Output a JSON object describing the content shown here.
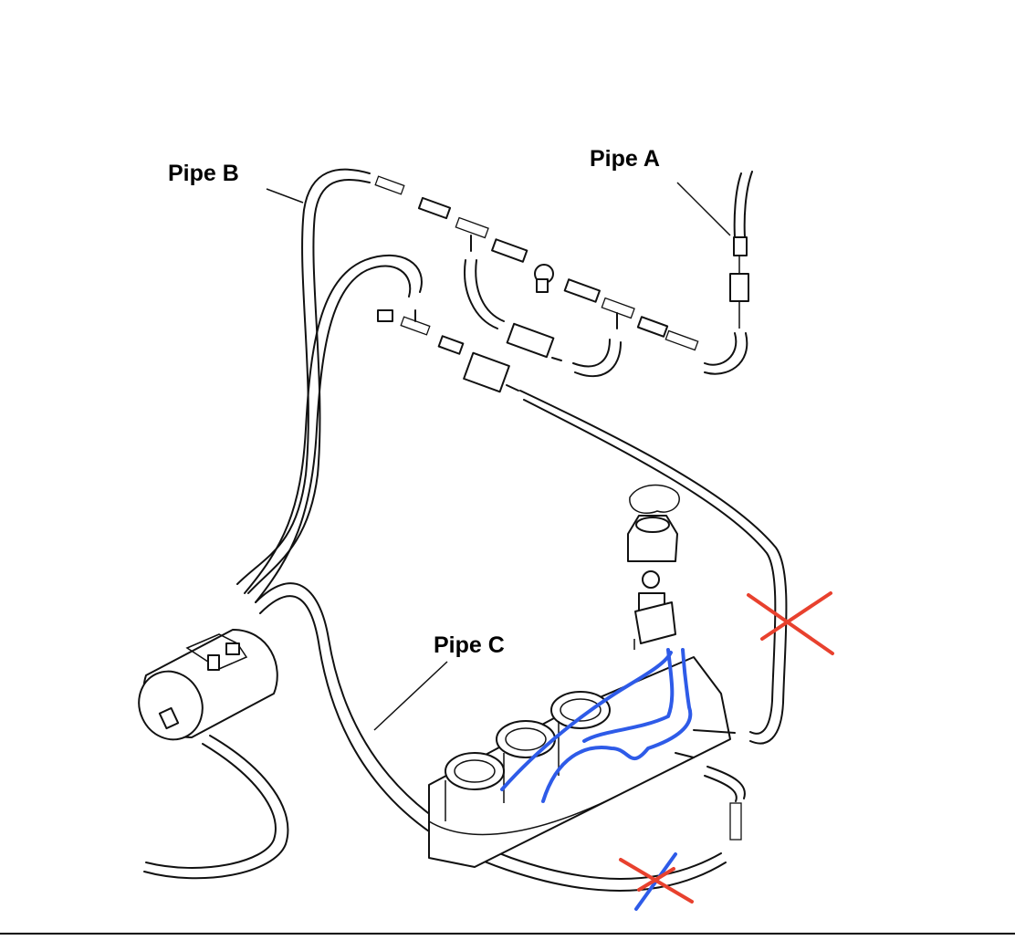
{
  "labels": {
    "pipe_a": "Pipe A",
    "pipe_b": "Pipe B",
    "pipe_c": "Pipe C"
  },
  "annotations": {
    "mark_color_red": "#e8412e",
    "mark_color_blue": "#2e5be8",
    "red_cross_marks": 2,
    "blue_reroute_lines": 2
  }
}
